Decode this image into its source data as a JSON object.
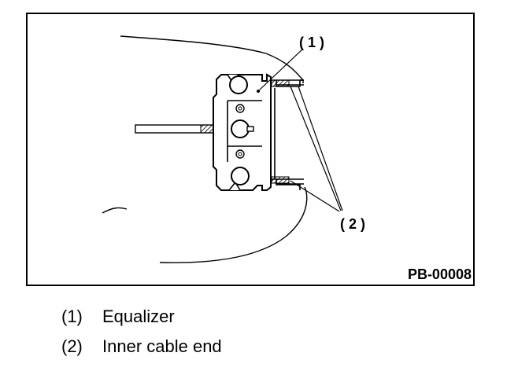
{
  "figure": {
    "callout_1": "( 1 )",
    "callout_2": "( 2 )",
    "figure_code": "PB-00008"
  },
  "legend": {
    "items": [
      {
        "number": "(1)",
        "label": "Equalizer"
      },
      {
        "number": "(2)",
        "label": "Inner cable end"
      }
    ]
  }
}
